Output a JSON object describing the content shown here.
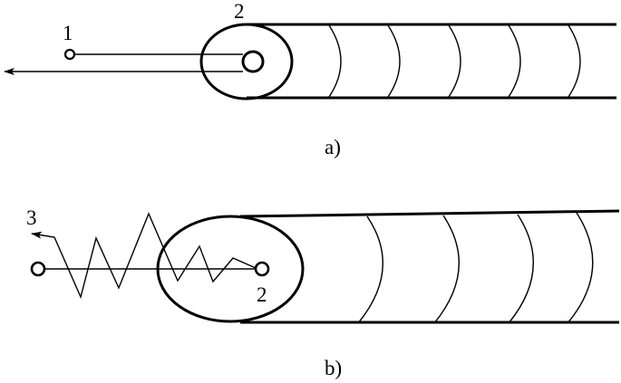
{
  "diagram_a": {
    "caption": "a)",
    "labels": {
      "point_1": "1",
      "point_2": "2"
    }
  },
  "diagram_b": {
    "caption": "b)",
    "labels": {
      "point_2": "2",
      "point_3": "3"
    }
  }
}
